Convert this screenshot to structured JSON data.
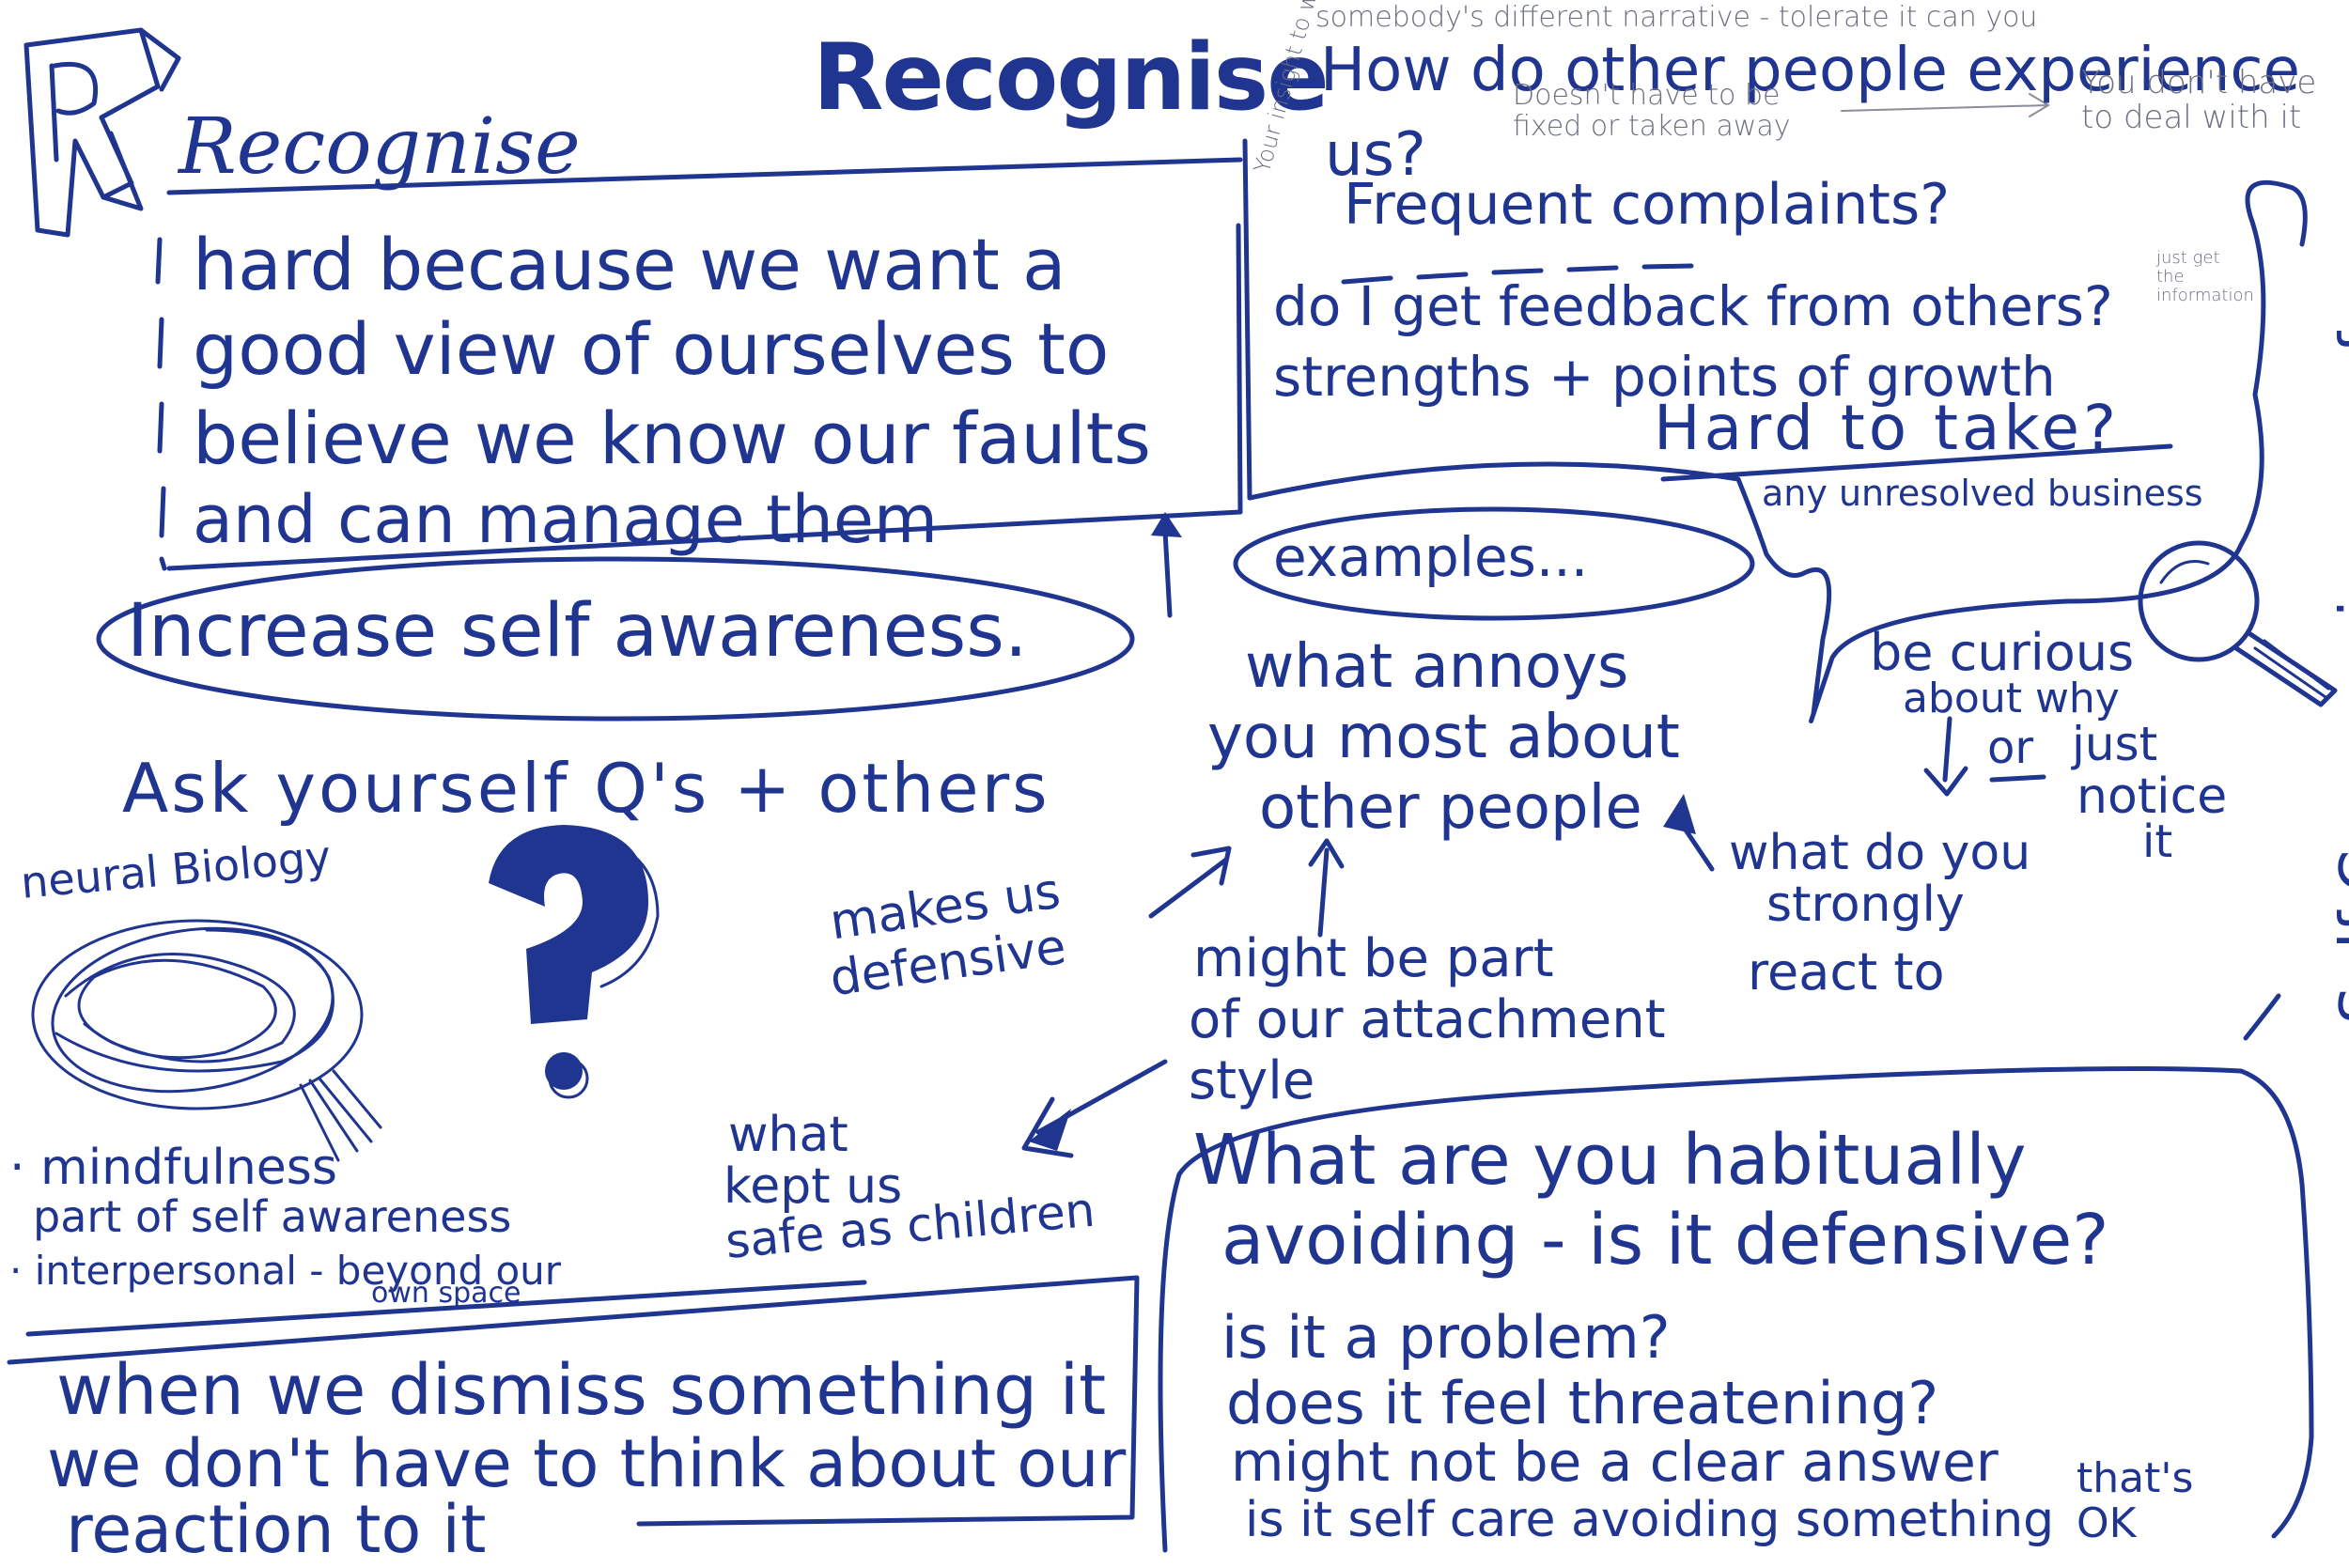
{
  "title_banner": "Recognise",
  "title_flag": "Recognise",
  "flag_letter": "R",
  "intro_box": {
    "lines": [
      "hard because we want a",
      "good view of ourselves to",
      "believe we know our faults",
      "and can manage them"
    ]
  },
  "increase_self_awareness": "Increase self awareness.",
  "examples_label": "examples...",
  "experience": {
    "title_line1": "How do other people experience",
    "title_line2": "us?",
    "frequent_complaints": "Frequent complaints?",
    "side_note_top": "somebody's different narrative - tolerate it can you",
    "side_note_left": "Your insight to what it's going on",
    "side_note_mid": "Doesn't have to be fixed or taken away",
    "side_note_right": "You don't have to deal with it",
    "side_note_small": "just get the information"
  },
  "feedback": {
    "line1": "do I get feedback from others?",
    "line2": "strengths + points of growth",
    "hard_to_take": "Hard to take?",
    "unresolved": "any unresolved business"
  },
  "examples_list": {
    "bullet1": "what annoys",
    "bullet2": "you most about",
    "bullet3": "other people"
  },
  "be_curious": {
    "line1": "be curious",
    "line2": "about why",
    "or": "or",
    "line3": "just",
    "line4": "notice",
    "line5": "it"
  },
  "self_compassion": "Self Compassion over fear",
  "strongly_react": {
    "line1": "what do you",
    "line2": "strongly",
    "line3": "react to"
  },
  "ask_yourself": "Ask yourself Q's + others",
  "makes_defensive": {
    "line1": "makes us",
    "line2": "defensive"
  },
  "attachment": {
    "line1": "might be part",
    "line2": "of our attachment",
    "line3": "style"
  },
  "kept_safe": {
    "line1": "what",
    "line2": "kept us",
    "line3": "safe as children"
  },
  "neural_biology": "neural Biology",
  "mindfulness": {
    "line1": "· mindfulness",
    "line2": "part of self awareness",
    "line3": "· interpersonal - beyond our",
    "line4": "own space"
  },
  "dismiss_box": {
    "line1": "when we dismiss something it",
    "line2": "we don't have to think about our",
    "line3": "reaction to it"
  },
  "avoiding_box": {
    "line1": "What are you habitually",
    "line2": "avoiding - is it defensive?",
    "line3": "is it a problem?",
    "line4": "does it feel threatening?",
    "line5": "might not be a clear answer",
    "line6": "is it self care avoiding something",
    "line7": "that's OK"
  },
  "question_mark": "?",
  "colors": {
    "ink": "#1f3590",
    "grey_ink": "#8a8d9a",
    "background": "#ffffff"
  }
}
